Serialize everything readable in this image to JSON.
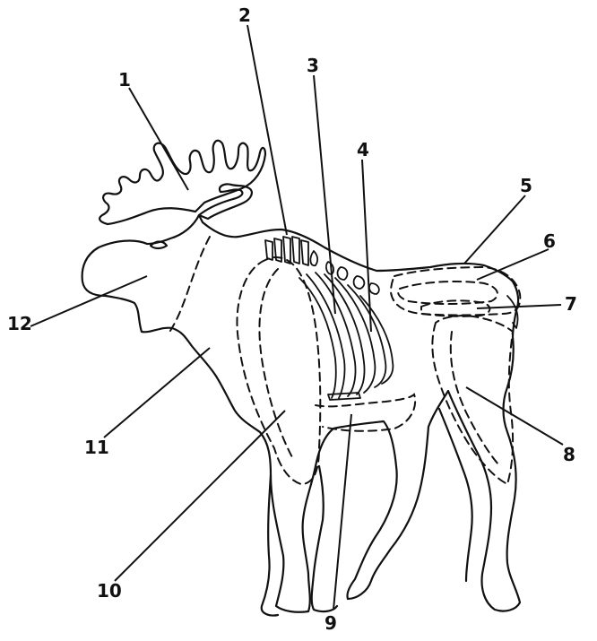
{
  "labels": [
    "1",
    "2",
    "3",
    "4",
    "5",
    "6",
    "7",
    "8",
    "9",
    "10",
    "11",
    "12"
  ],
  "colors": {
    "ink": "#111111",
    "background": "#ffffff"
  }
}
